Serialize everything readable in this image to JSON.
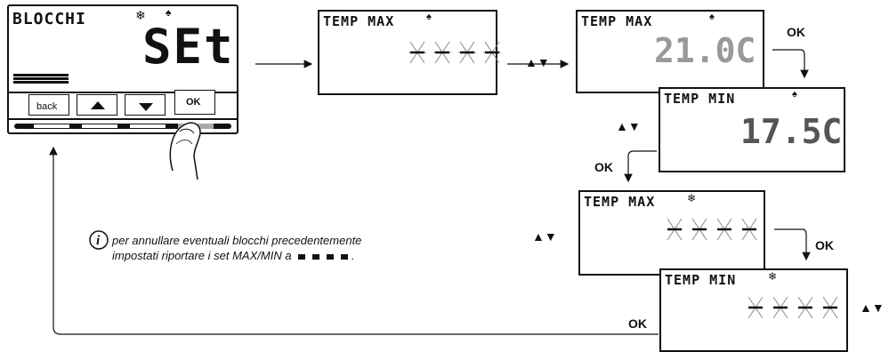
{
  "device": {
    "lcd_label": "BLOCCHI",
    "lcd_value": "SEt",
    "buttons": {
      "back": "back",
      "ok": "OK"
    },
    "icons": [
      "snowflake-icon",
      "flame-icon",
      "up-arrow-icon",
      "down-arrow-icon",
      "finger-press-icon"
    ]
  },
  "screens": [
    {
      "label": "TEMP MAX",
      "value": ""
    },
    {
      "label": "TEMP MAX",
      "value": "21.0C"
    },
    {
      "label": "TEMP MIN",
      "value": "17.5C"
    },
    {
      "label": "TEMP MAX",
      "value": ""
    },
    {
      "label": "TEMP MIN",
      "value": ""
    }
  ],
  "labels": {
    "ok": "OK",
    "arrows": "▲▼"
  },
  "note": {
    "line1": "per annullare eventuali blocchi precedentemente",
    "line2": "impostati riportare i set MAX/MIN a",
    "line2_end": "."
  },
  "colors": {
    "ink": "#111111",
    "highlight": "#aaaaaa"
  }
}
